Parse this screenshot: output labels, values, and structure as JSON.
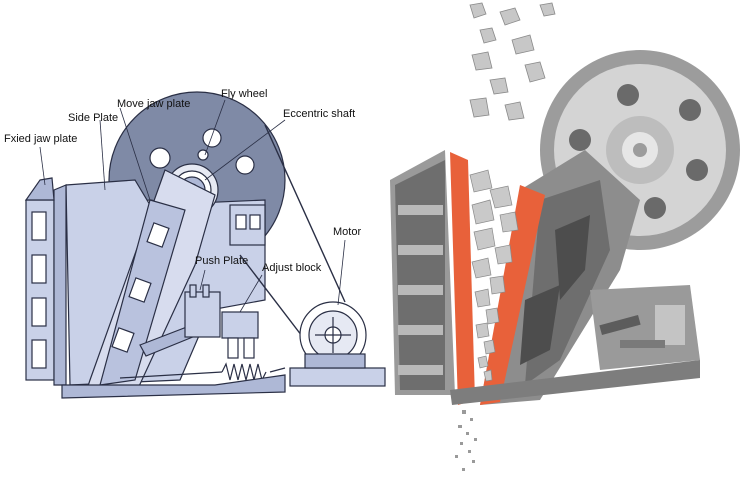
{
  "labels": {
    "fixed_jaw_plate": "Fxied jaw plate",
    "side_plate": "Side Plate",
    "move_jaw_plate": "Move jaw plate",
    "fly_wheel": "Fly wheel",
    "eccentric_shaft": "Eccentric shaft",
    "motor": "Motor",
    "push_plate": "Push Plate",
    "adjust_block": "Adjust block"
  },
  "colors": {
    "line_art_fill": "#c9d1e8",
    "line_art_stroke": "#2a2f45",
    "flywheel_fill": "#7f8aa6",
    "render_gray": "#8d8d8d",
    "render_light": "#b9b9b9",
    "render_dark": "#5c5c5c",
    "liner_orange": "#e8613a",
    "rock": "#c7c7c7"
  }
}
